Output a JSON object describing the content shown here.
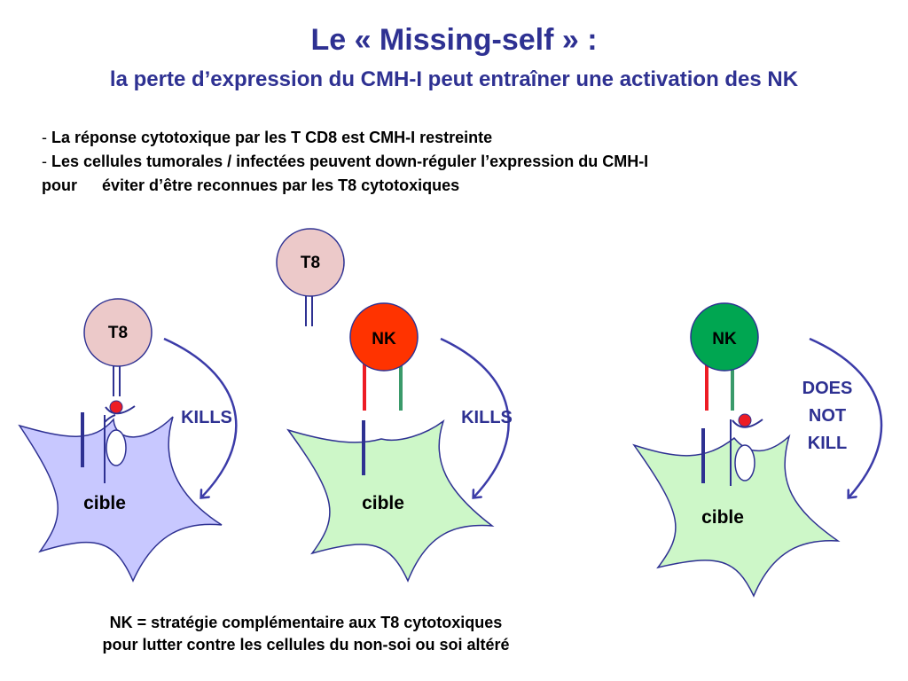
{
  "title": "Le « Missing-self » :",
  "subtitle": "la perte d’expression du CMH-I peut entraîner une activation des NK",
  "bullets": {
    "dash1": "-",
    "line1": "La réponse cytotoxique par les T CD8 est CMH-I restreinte",
    "dash2": "-",
    "line2": "Les cellules tumorales / infectées peuvent down-réguler l’expression du CMH-I",
    "line3_pour": "pour",
    "line3_rest": "éviter d’être reconnues par les T8 cytotoxiques"
  },
  "panels": [
    {
      "effector": "T8",
      "target": "cible",
      "outcome": "KILLS"
    },
    {
      "effector_top": "T8",
      "effector": "NK",
      "target": "cible",
      "outcome": "KILLS"
    },
    {
      "effector": "NK",
      "target": "cible",
      "outcome_lines": [
        "DOES",
        "NOT",
        "KILL"
      ]
    }
  ],
  "footer": {
    "line1": "NK = stratégie complémentaire aux T8 cytotoxiques",
    "line2": "pour lutter contre les cellules du non-soi ou soi altéré"
  },
  "colors": {
    "title": "#2e3192",
    "t8_fill": "#ecc9c9",
    "nk_active_fill": "#ff3300",
    "nk_inactive_fill": "#00a651",
    "target_lavender": "#c8c8ff",
    "target_green": "#cdf7c8",
    "receptor_blue": "#2e3192",
    "receptor_red": "#ed1c24",
    "receptor_green": "#3a9a6a",
    "arrow": "#3b3ba8"
  }
}
